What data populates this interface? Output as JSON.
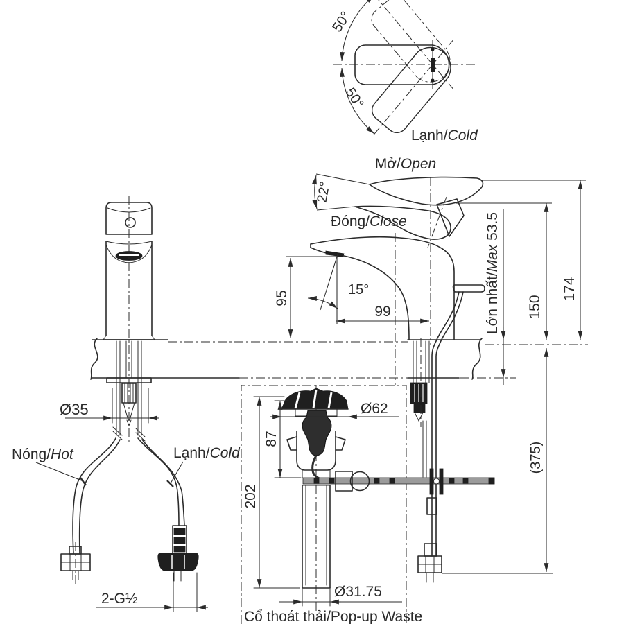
{
  "colors": {
    "line": "#2b2b2b",
    "dark_fill": "#1f1f1f",
    "rod_gray": "#9b9b9b",
    "background": "#ffffff"
  },
  "top_view": {
    "angle_upper": "50°",
    "angle_lower": "50°",
    "cold": {
      "vi": "Lạnh/",
      "en": "Cold"
    }
  },
  "side_view": {
    "open": {
      "vi": "Mở/",
      "en": "Open"
    },
    "close": {
      "vi": "Đóng/",
      "en": "Close"
    },
    "angle_open": "22°",
    "angle_spout": "15°",
    "dim_spout_height": "95",
    "dim_reach": "99",
    "dim_max": {
      "vi": "Lớn nhất/",
      "en": "Max",
      "value": " 53.5"
    },
    "dim_height_body": "150",
    "dim_height_total": "174",
    "dim_rod_length": "(375)"
  },
  "front_view": {
    "dim_hole": "Ø35",
    "hot": {
      "vi": "Nóng/",
      "en": "Hot"
    },
    "cold": {
      "vi": "Lạnh/",
      "en": "Cold"
    },
    "thread": "2-G½"
  },
  "popup_view": {
    "dim_flange": "Ø62",
    "dim_depth": "87",
    "dim_length": "202",
    "dim_pipe": "Ø31.75",
    "caption": {
      "vi": "Cổ thoát thải/",
      "en": "Pop-up Waste"
    }
  }
}
